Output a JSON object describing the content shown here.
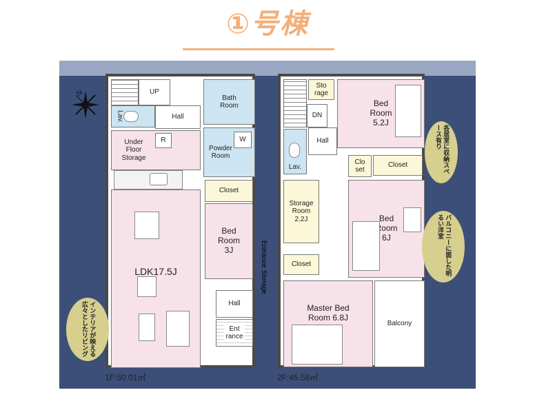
{
  "title": "①号棟",
  "compass": "N",
  "floor1": {
    "area": "1F:50.01㎡",
    "rooms": {
      "up": "UP",
      "lav": "Lav.",
      "hall_top": "Hall",
      "bath": "Bath Room",
      "powder": "Powder Room",
      "r_mark": "R",
      "w_mark": "W",
      "under_floor": "Under Floor Storage",
      "closet": "Closet",
      "bed": "Bed Room 3J",
      "ldk": "LDK17.5J",
      "hall_bottom": "Hall",
      "entrance": "Ent rance",
      "entrance_storage": "Entrance Storage"
    },
    "note": "インテリアが映える広々としたリビング"
  },
  "floor2": {
    "area": "2F:45.56㎡",
    "rooms": {
      "storage_small": "Sto rage",
      "dn": "DN",
      "hall": "Hall",
      "lav": "Lav.",
      "bed_top": "Bed Room 5.2J",
      "closet_small": "Clo set",
      "closet_top": "Closet",
      "storage_room": "Storage Room 2.2J",
      "bed_mid": "Bed Room 6J",
      "closet_mid": "Closet",
      "master": "Master Bed Room 6.8J",
      "balcony": "Balcony"
    },
    "note_storage": "各居室に収納スペース有り",
    "note_balcony": "バルコニーに面した明るい洋室"
  },
  "colors": {
    "title": "#f2b07a",
    "site": "#3c4f78",
    "pink": "#f7e2ea",
    "blue": "#cde5f2",
    "yellow": "#fbf7d8",
    "bubble": "#d6cf8e"
  }
}
